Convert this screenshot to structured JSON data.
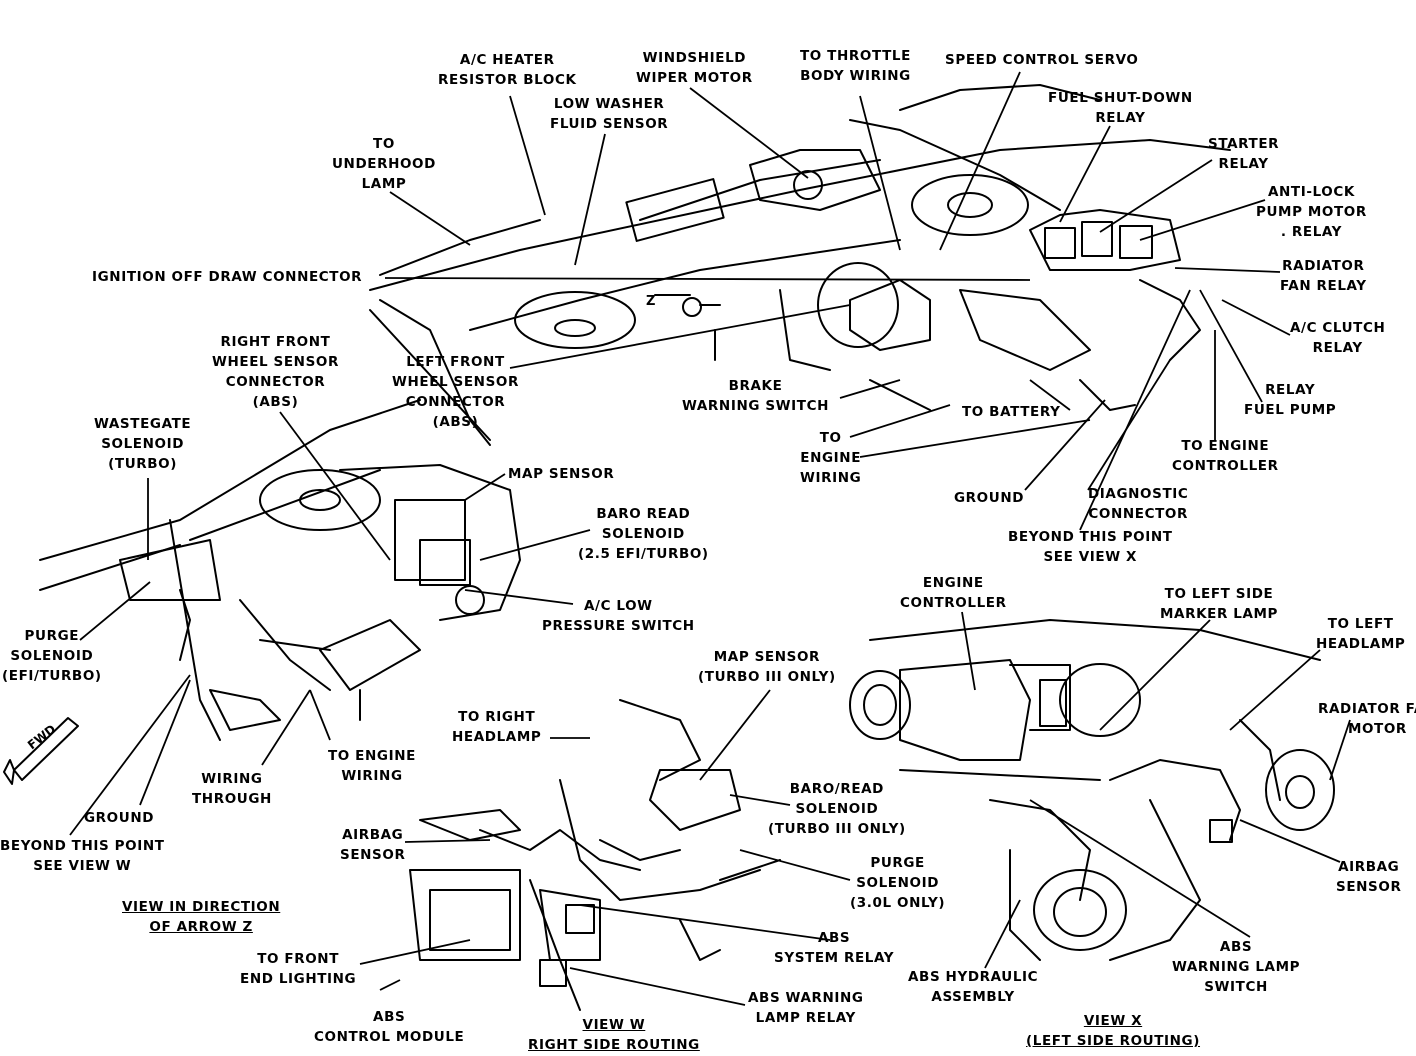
{
  "labels": {
    "ac_heater_resistor_block": "A/C HEATER\nRESISTOR BLOCK",
    "windshield_wiper_motor": "WINDSHIELD\nWIPER MOTOR",
    "to_throttle_body_wiring": "TO THROTTLE\nBODY WIRING",
    "speed_control_servo": "SPEED CONTROL SERVO",
    "low_washer_fluid_sensor": "LOW WASHER\nFLUID SENSOR",
    "fuel_shut_down_relay": "FUEL SHUT-DOWN\nRELAY",
    "to_underhood_lamp": "TO\nUNDERHOOD\nLAMP",
    "starter_relay": "STARTER\nRELAY",
    "anti_lock_pump_motor_relay": "ANTI-LOCK\nPUMP MOTOR\n. RELAY",
    "ignition_off_draw_connector": "IGNITION OFF DRAW CONNECTOR",
    "radiator_fan_relay": "RADIATOR\nFAN RELAY",
    "ac_clutch_relay": "A/C CLUTCH\nRELAY",
    "right_front_wheel_sensor_connector": "RIGHT FRONT\nWHEEL SENSOR\nCONNECTOR\n(ABS)",
    "left_front_wheel_sensor_connector": "LEFT FRONT\nWHEEL SENSOR\nCONNECTOR\n(ABS)",
    "relay_fuel_pump": "RELAY\nFUEL PUMP",
    "brake_warning_switch": "BRAKE\nWARNING SWITCH",
    "to_battery": "TO BATTERY",
    "wastegate_solenoid": "WASTEGATE\nSOLENOID\n(TURBO)",
    "to_engine_wiring_top": "TO\nENGINE\nWIRING",
    "to_engine_controller": "TO ENGINE\nCONTROLLER",
    "map_sensor": "MAP SENSOR",
    "ground_top": "GROUND",
    "diagnostic_connector": "DIAGNOSTIC\nCONNECTOR",
    "baro_read_solenoid": "BARO READ\nSOLENOID\n(2.5 EFI/TURBO)",
    "beyond_see_view_x": "BEYOND THIS POINT\nSEE VIEW X",
    "engine_controller": "ENGINE\nCONTROLLER",
    "to_left_side_marker_lamp": "TO LEFT SIDE\nMARKER LAMP",
    "ac_low_pressure_switch": "A/C LOW\nPRESSURE SWITCH",
    "to_left_headlamp": "TO LEFT\nHEADLAMP",
    "purge_solenoid_efi": "PURGE\nSOLENOID\n(EFI/TURBO)",
    "map_sensor_turbo3": "MAP SENSOR\n(TURBO III ONLY)",
    "radiator_fan_motor": "RADIATOR FAN\nMOTOR",
    "to_right_headlamp": "TO RIGHT\nHEADLAMP",
    "to_engine_wiring_mid": "TO ENGINE\nWIRING",
    "wiring_through": "WIRING\nTHROUGH",
    "baro_read_solenoid_turbo3": "BARO/READ\nSOLENOID\n(TURBO III ONLY)",
    "ground_left": "GROUND",
    "beyond_see_view_w": "BEYOND THIS POINT\nSEE VIEW W",
    "airbag_sensor_w": "AIRBAG\nSENSOR",
    "purge_solenoid_30l": "PURGE\nSOLENOID\n(3.0L ONLY)",
    "airbag_sensor_x": "AIRBAG\nSENSOR",
    "view_arrow_z": "VIEW IN DIRECTION\nOF ARROW Z",
    "abs_system_relay": "ABS\nSYSTEM RELAY",
    "abs_warning_lamp_switch": "ABS\nWARNING LAMP\nSWITCH",
    "to_front_end_lighting": "TO FRONT\nEND LIGHTING",
    "abs_hydraulic_assembly": "ABS HYDRAULIC\nASSEMBLY",
    "abs_warning_lamp_relay": "ABS WARNING\nLAMP RELAY",
    "abs_control_module": "ABS\nCONTROL MODULE",
    "view_w": "VIEW W\nRIGHT SIDE ROUTING",
    "view_x": "VIEW X\n(LEFT SIDE ROUTING)"
  },
  "markers": {
    "fwd": "FWD",
    "arrow_z": "Z"
  }
}
